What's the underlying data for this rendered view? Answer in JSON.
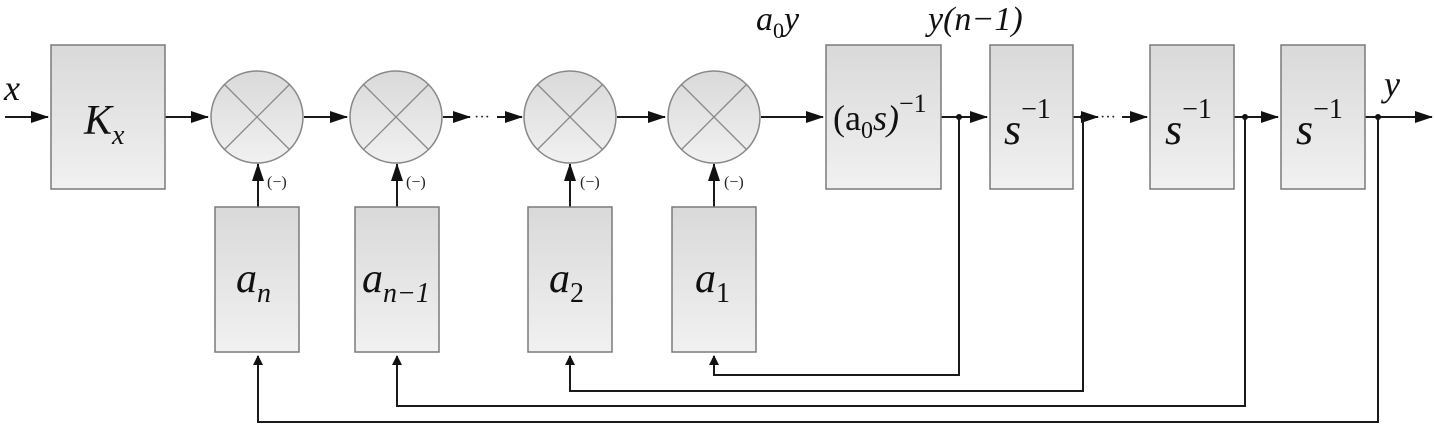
{
  "input_label": "x",
  "output_label": "y",
  "gain_block": {
    "base": "K",
    "sub": "x"
  },
  "integrator_first": {
    "text": "(a",
    "sub": "0",
    "tail": "s)",
    "sup": "−1"
  },
  "integrator": {
    "base": "s",
    "sup": "−1"
  },
  "signal_labels": {
    "a0y_base": "a",
    "a0y_sub": "0",
    "a0y_tail": "y",
    "yn1": "y(n−1)"
  },
  "negative_sign": "(−)",
  "coefficients": [
    {
      "base": "a",
      "sub": "n"
    },
    {
      "base": "a",
      "sub": "n−1"
    },
    {
      "base": "a",
      "sub": "2"
    },
    {
      "base": "a",
      "sub": "1"
    }
  ],
  "ellipsis": "···"
}
